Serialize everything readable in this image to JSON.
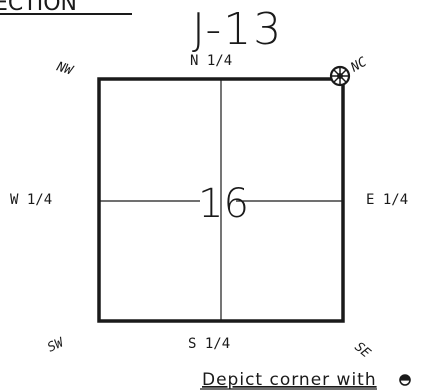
{
  "header": {
    "fragment": "ECTION",
    "sheet_id": "J-13"
  },
  "section": {
    "number": "16",
    "quarters": {
      "north": "N 1/4",
      "south": "S 1/4",
      "west": "W 1/4",
      "east": "E 1/4"
    },
    "corners": {
      "nw": "NW",
      "ne": "NC",
      "sw": "SW",
      "se": "SE"
    },
    "marked_corner_icon": "survey-monument-icon"
  },
  "footer": {
    "note": "Depict corner with",
    "symbol_icon": "survey-monument-icon"
  }
}
